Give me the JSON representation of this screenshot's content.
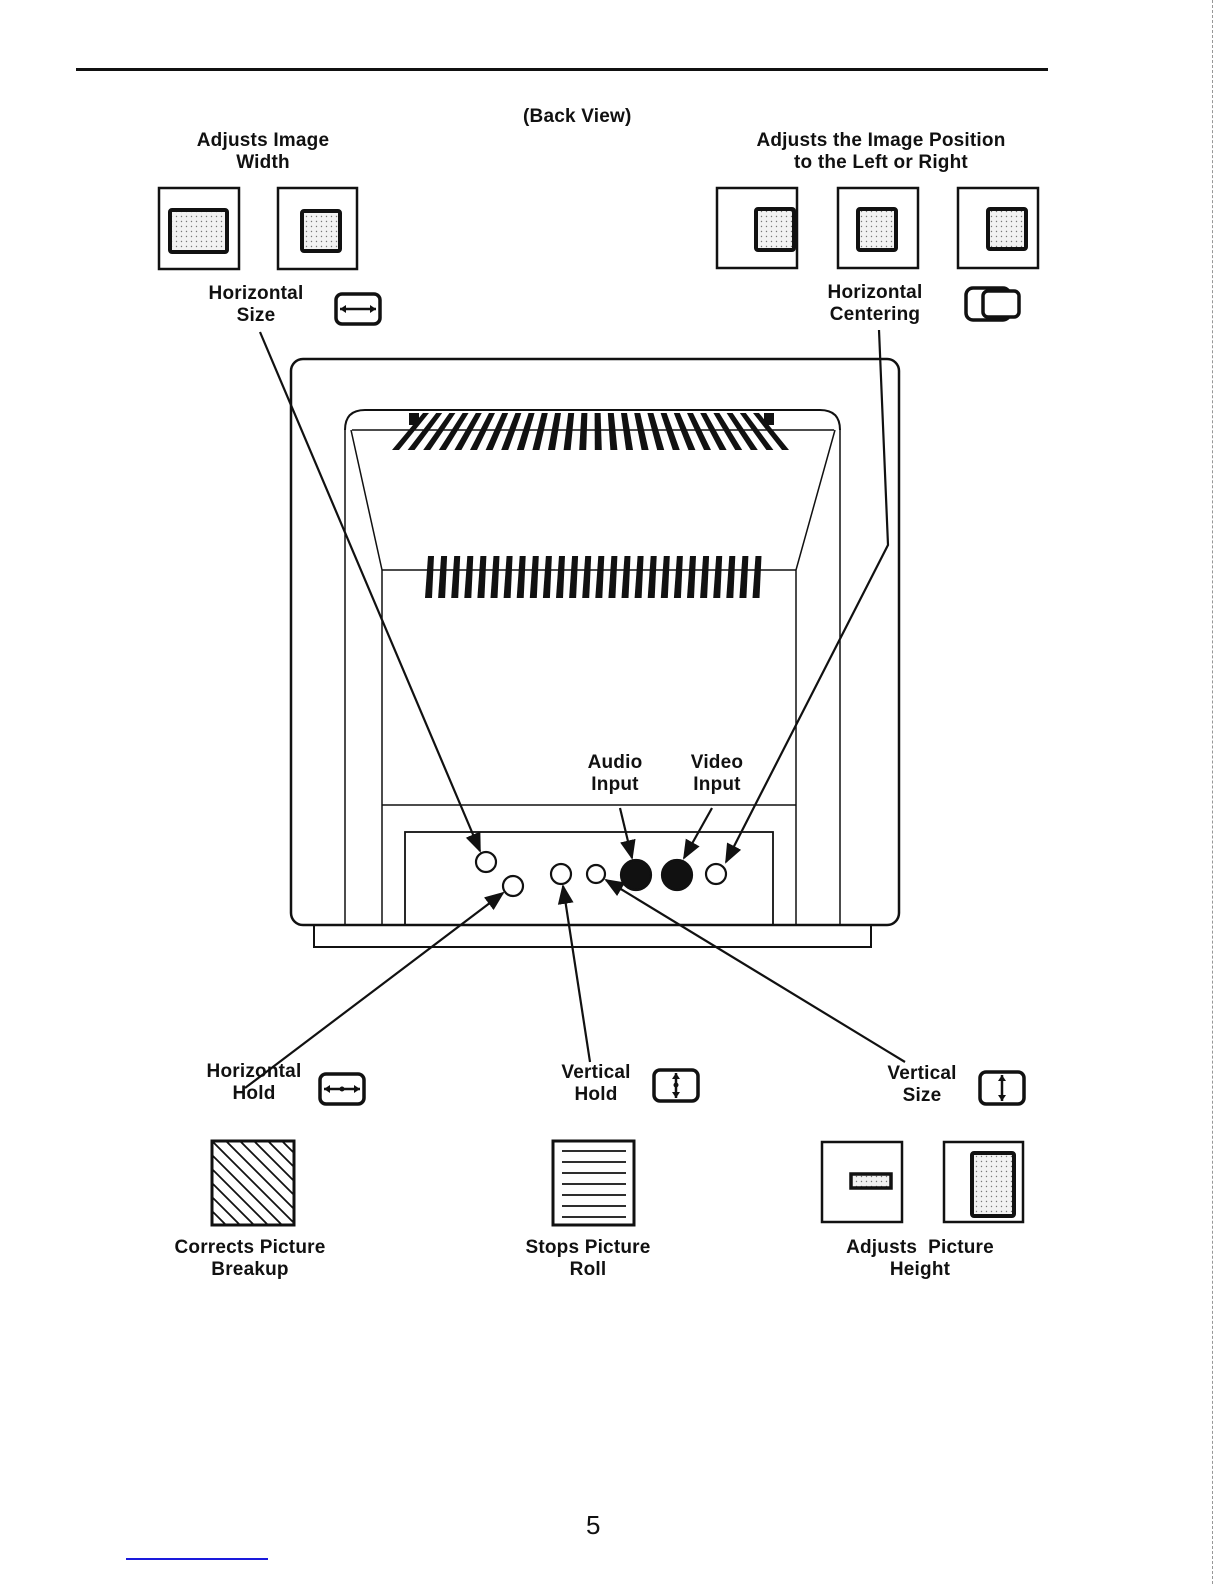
{
  "page": {
    "caption": "(Back View)",
    "page_number": "5"
  },
  "top_left": {
    "title_line1": "Adjusts Image",
    "title_line2": "Width",
    "control_line1": "Horizontal",
    "control_line2": "Size",
    "icon": "horizontal-size-icon"
  },
  "top_right": {
    "title_line1": "Adjusts the Image Position",
    "title_line2": "to the Left or Right",
    "control_line1": "Horizontal",
    "control_line2": "Centering",
    "icon": "horizontal-centering-icon"
  },
  "inputs": {
    "audio_line1": "Audio",
    "audio_line2": "Input",
    "video_line1": "Video",
    "video_line2": "Input"
  },
  "bottom_left": {
    "control_line1": "Horizontal",
    "control_line2": "Hold",
    "desc_line1": "Corrects Picture",
    "desc_line2": "Breakup",
    "icon": "horizontal-hold-icon"
  },
  "bottom_center": {
    "control_line1": "Vertical",
    "control_line2": "Hold",
    "desc_line1": "Stops Picture",
    "desc_line2": "Roll",
    "icon": "vertical-hold-icon"
  },
  "bottom_right": {
    "control_line1": "Vertical",
    "control_line2": "Size",
    "desc_line1": "Adjusts  Picture",
    "desc_line2": "Height",
    "icon": "vertical-size-icon"
  }
}
